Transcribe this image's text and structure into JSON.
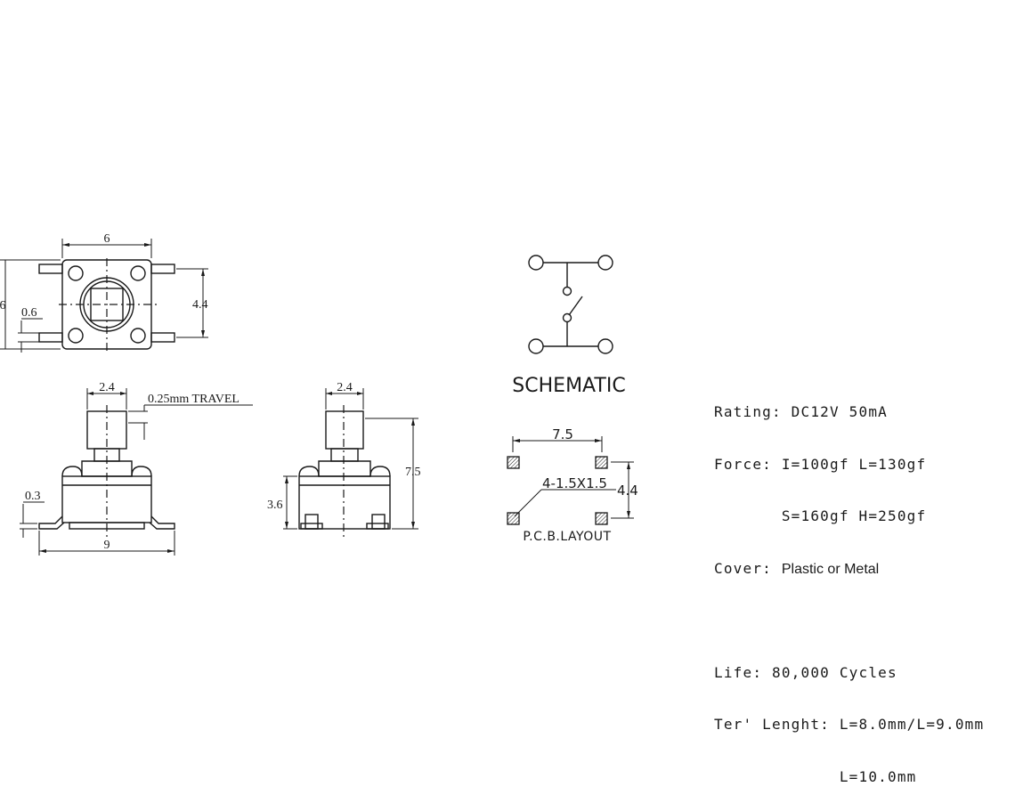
{
  "dimensions": {
    "top_width": "6",
    "top_height": "6",
    "top_pin_span": "4.4",
    "top_pin_gap": "0.6",
    "front_actuator": "2.4",
    "travel": "0.25mm  TRAVEL",
    "front_offset": "0.3",
    "front_total": "9",
    "side_actuator": "2.4",
    "side_height": "7.5",
    "side_body": "3.6"
  },
  "schematic": {
    "label": "SCHEMATIC"
  },
  "pcb": {
    "width": "7.5",
    "height": "4.4",
    "pad_note": "4-1.5X1.5",
    "label": "P.C.B.LAYOUT"
  },
  "spec": {
    "rating": {
      "key": "Rating: ",
      "value": "DC12V 50mA"
    },
    "force_1": {
      "key": "Force: ",
      "value": "I=100gf L=130gf"
    },
    "force_2": {
      "value": "S=160gf H=250gf"
    },
    "cover": {
      "key": "Cover: ",
      "value": "Plastic or Metal"
    },
    "life": {
      "key": "Life: ",
      "value": "80,000 Cycles"
    },
    "length_1": {
      "key": "Ter' Lenght: ",
      "value": "L=8.0mm/L=9.0mm"
    },
    "length_2": {
      "value": "L=10.0mm"
    }
  }
}
